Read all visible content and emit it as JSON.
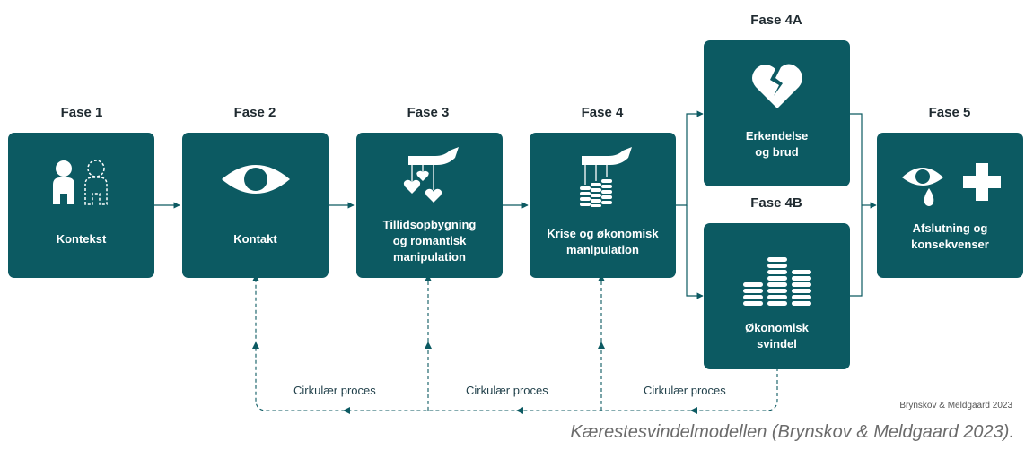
{
  "phases": {
    "f1": {
      "title": "Fase 1",
      "label": "Kontekst"
    },
    "f2": {
      "title": "Fase 2",
      "label": "Kontakt"
    },
    "f3": {
      "title": "Fase 3",
      "label": "Tillidsopbygning\nog romantisk\nmanipulation"
    },
    "f4": {
      "title": "Fase 4",
      "label": "Krise og økonomisk\nmanipulation"
    },
    "f4a": {
      "title": "Fase 4A",
      "label": "Erkendelse\nog brud"
    },
    "f4b": {
      "title": "Fase 4B",
      "label": "Økonomisk\nsvindel"
    },
    "f5": {
      "title": "Fase 5",
      "label": "Afslutning og\nkonsekvenser"
    }
  },
  "circular": [
    "Cirkulær proces",
    "Cirkulær proces",
    "Cirkulær proces"
  ],
  "credit": "Brynskov & Meldgaard 2023",
  "caption": "Kærestesvindelmodellen (Brynskov & Meldgaard 2023).",
  "colors": {
    "box": "#0c5a62",
    "arrow": "#0c5a62",
    "title": "#1f2a30"
  }
}
